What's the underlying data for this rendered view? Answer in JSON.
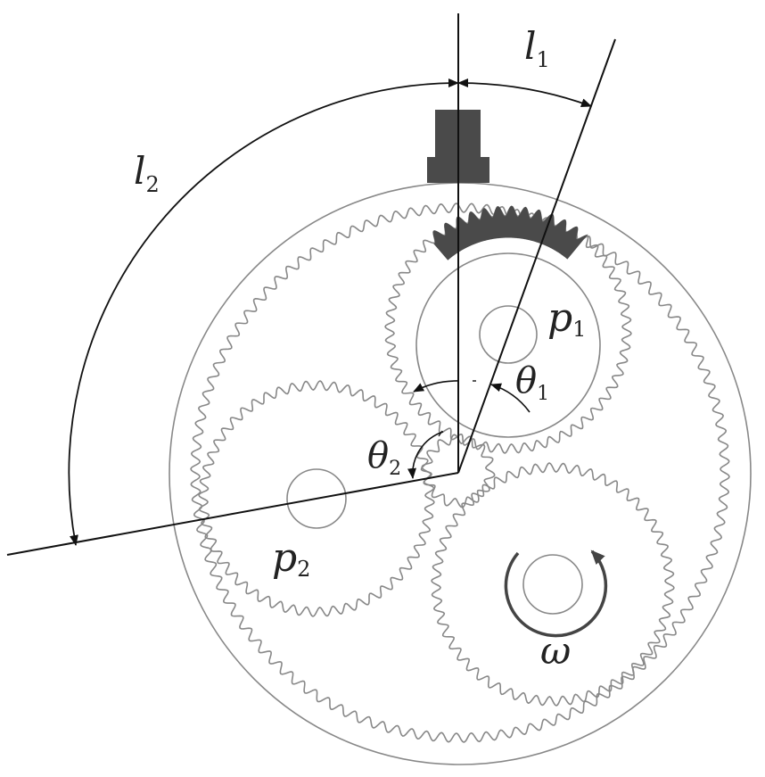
{
  "labels": {
    "l1": {
      "main": "l",
      "sub": "1"
    },
    "l2": {
      "main": "l",
      "sub": "2"
    },
    "p1": {
      "main": "p",
      "sub": "1"
    },
    "p2": {
      "main": "p",
      "sub": "2"
    },
    "theta1": {
      "main": "θ",
      "sub": "1"
    },
    "theta2": {
      "main": "θ",
      "sub": "2"
    },
    "omega": "ω"
  },
  "colors": {
    "line": "#111111",
    "gear": "#888888",
    "fill": "#4a4a4a"
  }
}
